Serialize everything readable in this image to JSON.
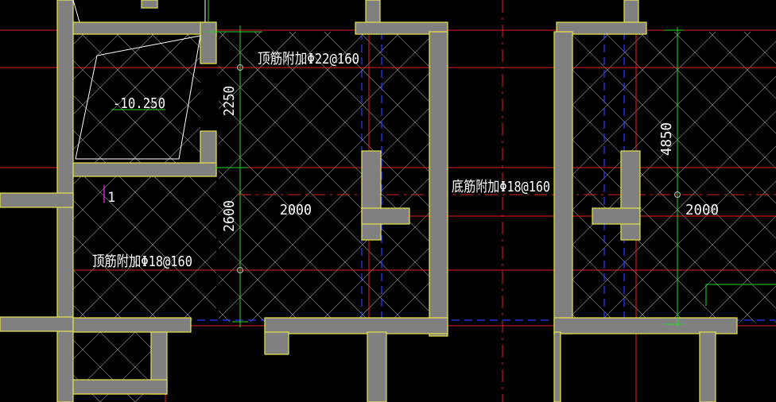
{
  "drawing": {
    "top_rebar_left": "顶筋附加Φ18@160",
    "top_rebar_top": "顶筋附加Φ22@160",
    "bottom_rebar": "底筋附加Φ18@160",
    "elevation": "-10.250",
    "marker": "1",
    "dim_2250": "2250",
    "dim_2600": "2600",
    "dim_2000_left": "2000",
    "dim_4850": "4850",
    "dim_2000_right": "2000"
  },
  "colors": {
    "background": "#000000",
    "wall_fill": "#808080",
    "wall_outline": "#e6e64c",
    "axis_red": "#e02020",
    "dimension_green": "#22d622",
    "hidden_blue": "#2a3cff",
    "text_white": "#ffffff",
    "hatch_gray": "#b8b8b8",
    "marker_magenta": "#d020d0"
  }
}
